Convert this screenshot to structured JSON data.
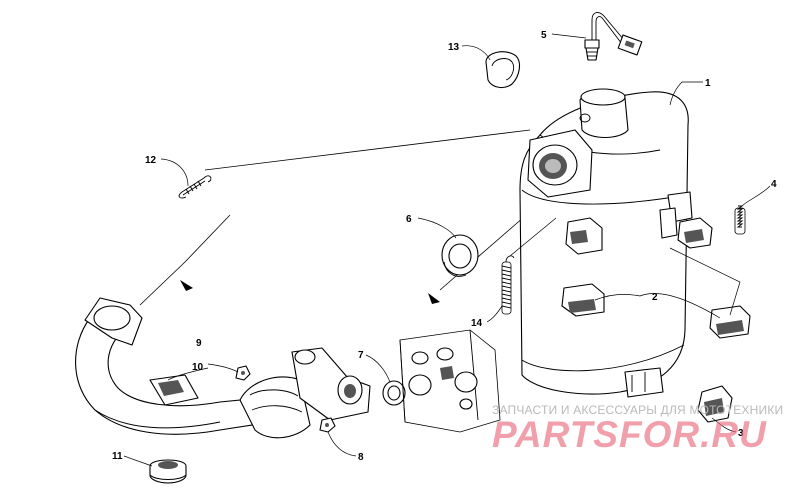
{
  "callouts": [
    {
      "n": "1"
    },
    {
      "n": "2"
    },
    {
      "n": "3"
    },
    {
      "n": "4"
    },
    {
      "n": "5"
    },
    {
      "n": "6"
    },
    {
      "n": "7"
    },
    {
      "n": "8"
    },
    {
      "n": "9"
    },
    {
      "n": "10"
    },
    {
      "n": "11"
    },
    {
      "n": "12"
    },
    {
      "n": "13"
    },
    {
      "n": "14"
    }
  ],
  "watermark": {
    "text": "ЗАПЧАСТИ И АКСЕССУАРЫ ДЛЯ МОТОТЕХНИКИ",
    "logo": "PARTSFOR.RU",
    "color": "#e86c7e"
  }
}
